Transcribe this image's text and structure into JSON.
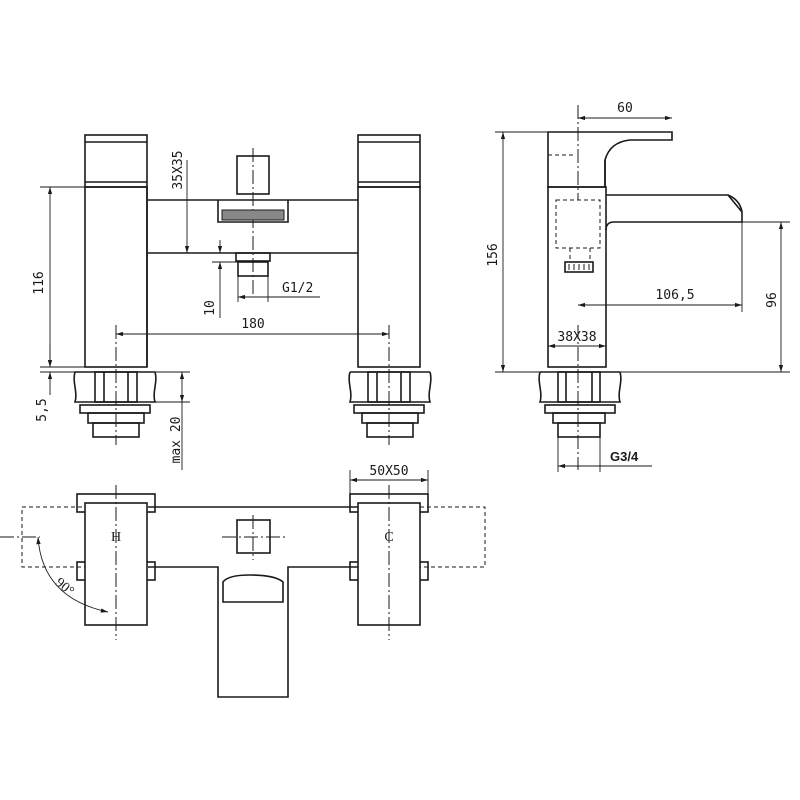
{
  "front_view": {
    "dim_height": "116",
    "dim_handle": "35X35",
    "dim_centres": "180",
    "dim_outlet_thread": "G1/2",
    "dim_outlet_len": "10",
    "dim_gap": "5,5",
    "dim_max_deck": "max 20"
  },
  "side_view": {
    "dim_lever": "60",
    "dim_total_height": "156",
    "dim_spout_reach": "106,5",
    "dim_spout_height": "96",
    "dim_body": "38X38",
    "dim_inlet_thread": "G3/4"
  },
  "top_view": {
    "dim_handle_size": "50X50",
    "label_hot": "H",
    "label_cold": "C",
    "dim_rotation": "90°"
  }
}
